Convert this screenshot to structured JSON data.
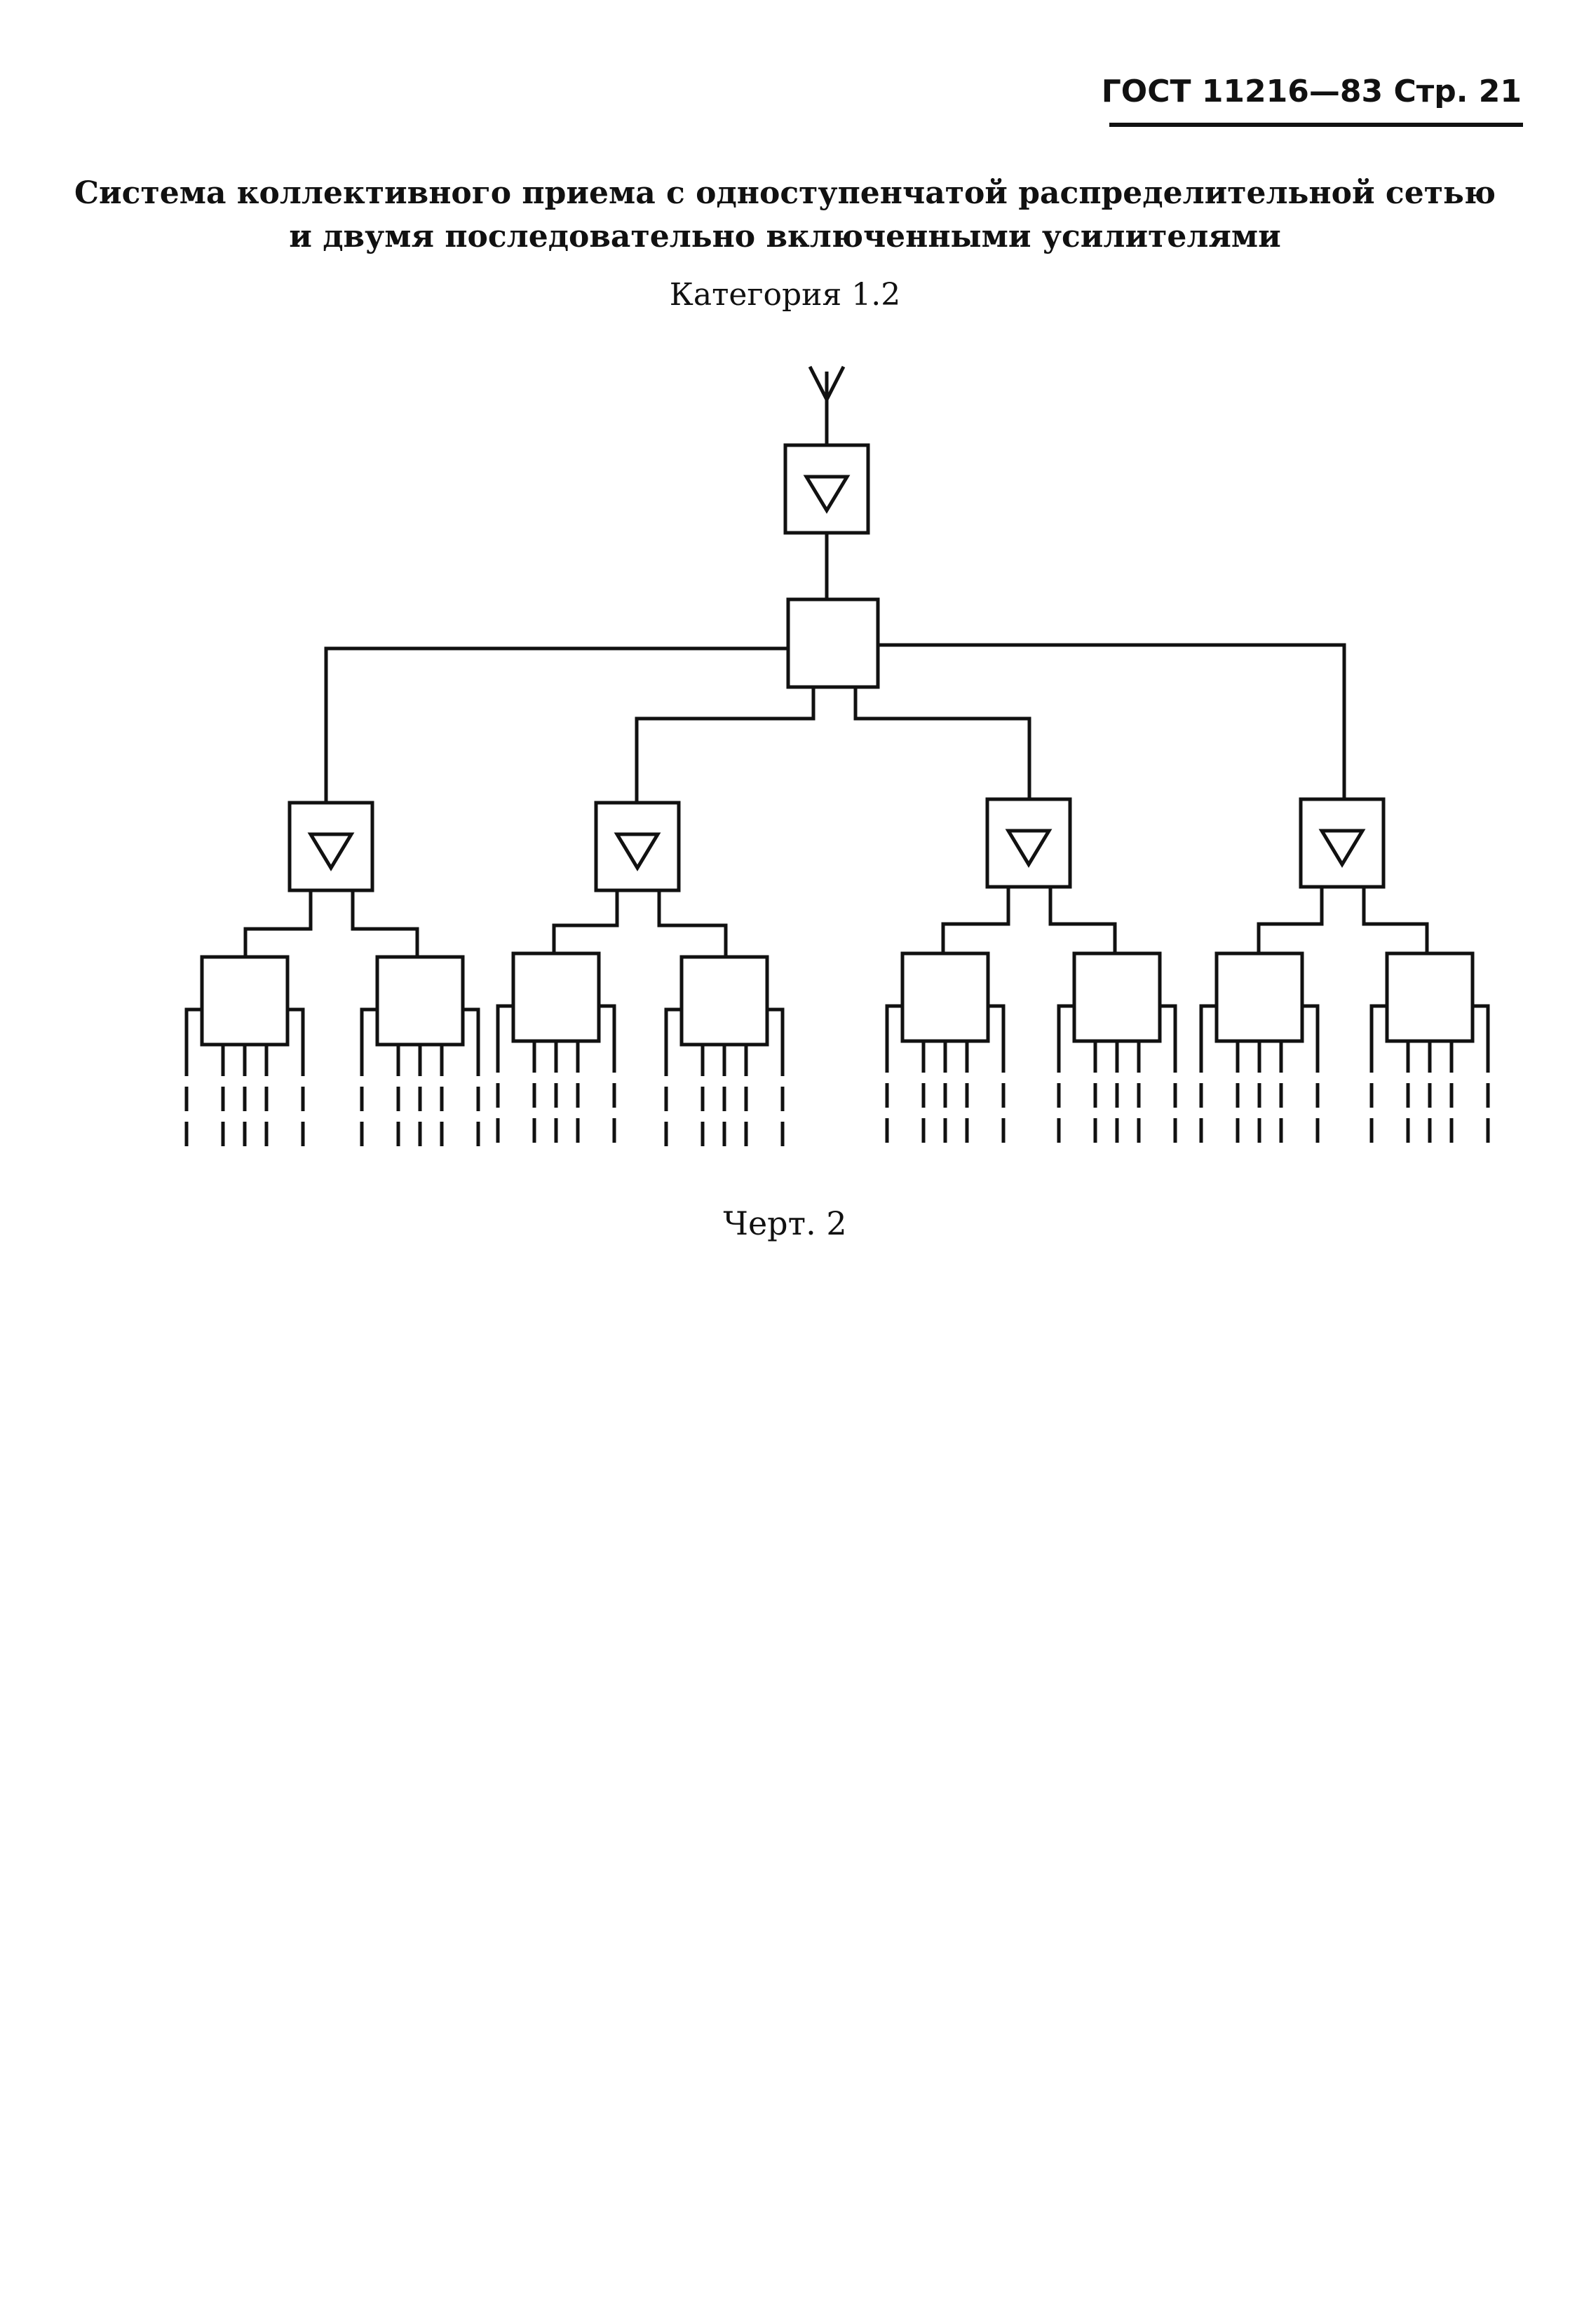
{
  "header": {
    "standard_ref": "ГОСТ 11216—83 Стр. 21"
  },
  "title": {
    "line1": "Система коллективного приема с одноступенчатой распределительной сетью",
    "line2": "и двумя последовательно включенными усилителями"
  },
  "category": "Категория 1.2",
  "caption": "Черт. 2",
  "diagram": {
    "type": "block-diagram",
    "nodes": [
      {
        "id": "antenna",
        "kind": "antenna"
      },
      {
        "id": "amp-main",
        "kind": "amplifier"
      },
      {
        "id": "splitter-main",
        "kind": "splitter"
      },
      {
        "id": "amp-1",
        "kind": "amplifier"
      },
      {
        "id": "amp-2",
        "kind": "amplifier"
      },
      {
        "id": "amp-3",
        "kind": "amplifier"
      },
      {
        "id": "amp-4",
        "kind": "amplifier"
      },
      {
        "id": "tap-1a",
        "kind": "tap-box"
      },
      {
        "id": "tap-1b",
        "kind": "tap-box"
      },
      {
        "id": "tap-2a",
        "kind": "tap-box"
      },
      {
        "id": "tap-2b",
        "kind": "tap-box"
      },
      {
        "id": "tap-3a",
        "kind": "tap-box"
      },
      {
        "id": "tap-3b",
        "kind": "tap-box"
      },
      {
        "id": "tap-4a",
        "kind": "tap-box"
      },
      {
        "id": "tap-4b",
        "kind": "tap-box"
      }
    ],
    "edges": [
      [
        "antenna",
        "amp-main"
      ],
      [
        "amp-main",
        "splitter-main"
      ],
      [
        "splitter-main",
        "amp-1"
      ],
      [
        "splitter-main",
        "amp-2"
      ],
      [
        "splitter-main",
        "amp-3"
      ],
      [
        "splitter-main",
        "amp-4"
      ],
      [
        "amp-1",
        "tap-1a"
      ],
      [
        "amp-1",
        "tap-1b"
      ],
      [
        "amp-2",
        "tap-2a"
      ],
      [
        "amp-2",
        "tap-2b"
      ],
      [
        "amp-3",
        "tap-3a"
      ],
      [
        "amp-3",
        "tap-3b"
      ],
      [
        "amp-4",
        "tap-4a"
      ],
      [
        "amp-4",
        "tap-4b"
      ]
    ],
    "outputs_per_tap": 5
  }
}
